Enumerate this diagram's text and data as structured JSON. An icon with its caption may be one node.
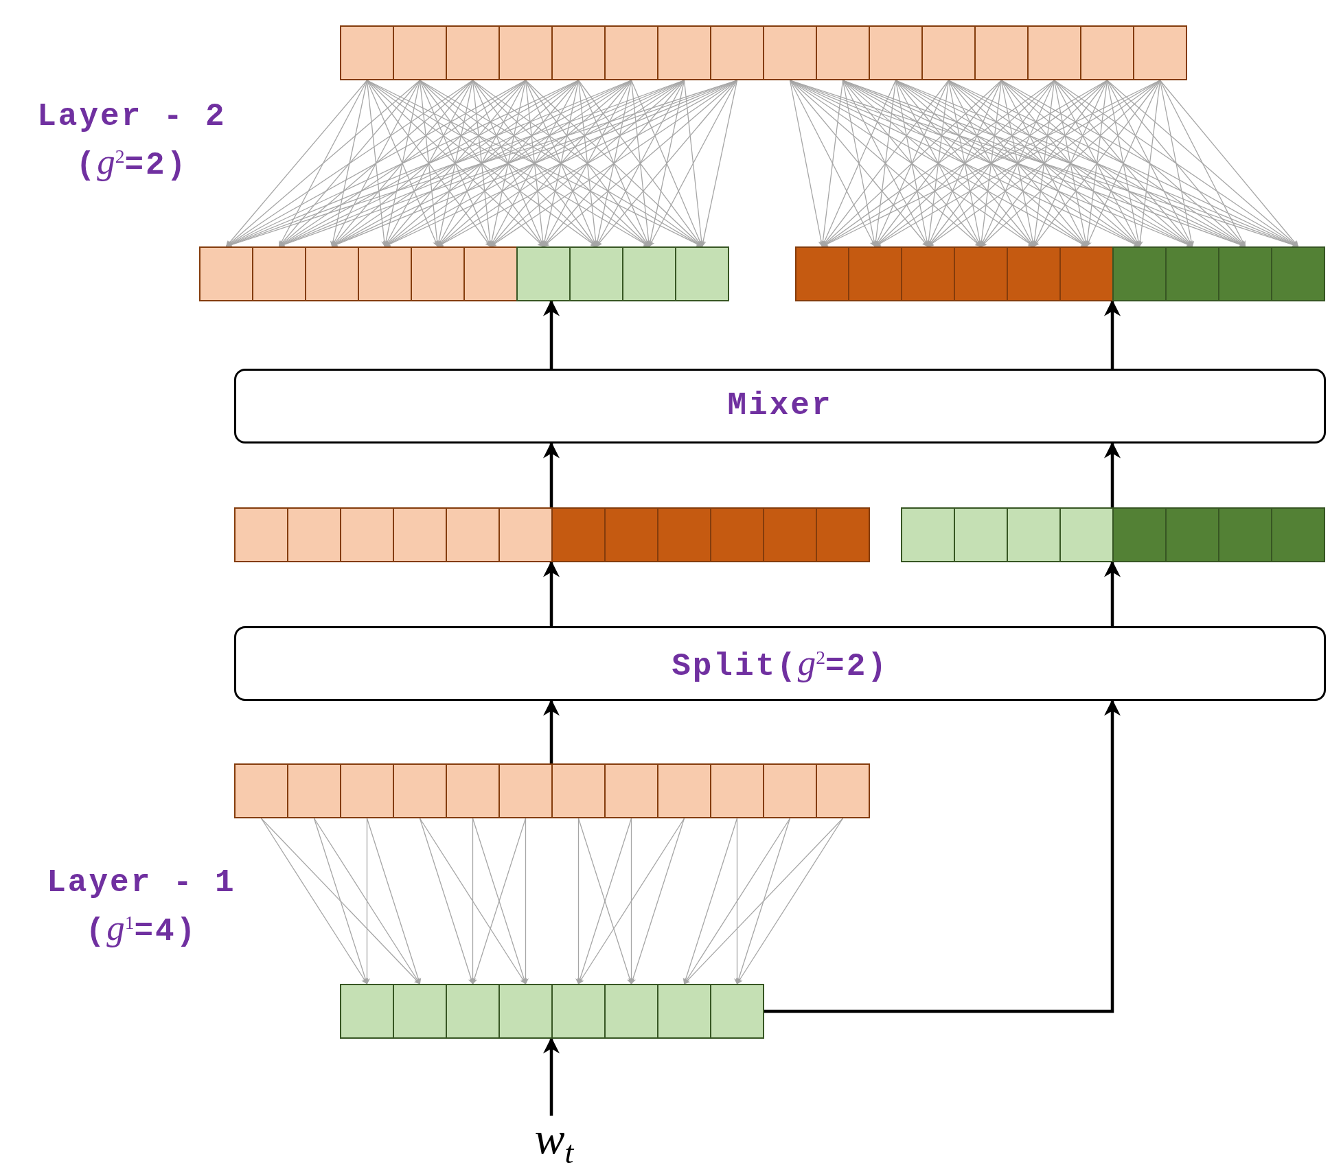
{
  "diagram": {
    "nodes": [
      {
        "text": [],
        "shape": "bar"
      },
      {
        "text": [],
        "shape": "box",
        "in": 0
      },
      {
        "text": [],
        "shape": "box",
        "in": 0
      },
      {
        "text": [],
        "shape": "box",
        "in": 0
      },
      {
        "text": [],
        "shape": "box",
        "in": 0
      },
      {
        "text": [],
        "shape": "box",
        "in": 0
      },
      {
        "text": [],
        "shape": "box",
        "in": 0
      },
      {
        "text": [],
        "shape": "box",
        "in": 0
      },
      {
        "text": [],
        "shape": "box",
        "in": 0
      },
      {
        "text": [],
        "shape": "box",
        "in": 0
      },
      {
        "text": [],
        "shape": "box",
        "in": 0
      },
      {
        "text": [],
        "shape": "box",
        "in": 0
      },
      {
        "text": [],
        "shape": "box",
        "in": 0
      },
      {
        "text": [],
        "shape": "box",
        "in": 0
      },
      {
        "text": [],
        "shape": "box",
        "in": 0
      },
      {
        "text": [],
        "shape": "box",
        "in": 0
      },
      {
        "text": [],
        "shape": "box",
        "in": 0
      },
      {
        "text": [],
        "shape": "bar"
      },
      {
        "text": [],
        "shape": "box",
        "in": 17
      },
      {
        "text": [],
        "shape": "box",
        "in": 17
      },
      {
        "text": [],
        "shape": "box",
        "in": 17
      },
      {
        "text": [],
        "shape": "box",
        "in": 17
      },
      {
        "text": [],
        "shape": "box",
        "in": 17
      },
      {
        "text": [],
        "shape": "box",
        "in": 17
      },
      {
        "text": [],
        "shape": "box",
        "in": 17
      },
      {
        "text": [],
        "shape": "box",
        "in": 17
      },
      {
        "text": [],
        "shape": "box",
        "in": 17
      },
      {
        "text": [],
        "shape": "box",
        "in": 17
      },
      {
        "text": [],
        "shape": "bar"
      },
      {
        "text": [],
        "shape": "box",
        "in": 28
      },
      {
        "text": [],
        "shape": "box",
        "in": 28
      },
      {
        "text": [],
        "shape": "box",
        "in": 28
      },
      {
        "text": [],
        "shape": "box",
        "in": 28
      },
      {
        "text": [],
        "shape": "box",
        "in": 28
      },
      {
        "text": [],
        "shape": "box",
        "in": 28
      },
      {
        "text": [],
        "shape": "box",
        "in": 28
      },
      {
        "text": [],
        "shape": "box",
        "in": 28
      },
      {
        "text": [],
        "shape": "box",
        "in": 28
      },
      {
        "text": [],
        "shape": "box",
        "in": 28
      },
      {
        "text": [
          "Mixer"
        ]
      },
      {
        "text": [],
        "shape": "bar"
      },
      {
        "text": [],
        "shape": "box",
        "in": 40
      },
      {
        "text": [],
        "shape": "box",
        "in": 40
      },
      {
        "text": [],
        "shape": "box",
        "in": 40
      },
      {
        "text": [],
        "shape": "box",
        "in": 40
      },
      {
        "text": [],
        "shape": "box",
        "in": 40
      },
      {
        "text": [],
        "shape": "box",
        "in": 40
      },
      {
        "text": [],
        "shape": "box",
        "in": 40
      },
      {
        "text": [],
        "shape": "box",
        "in": 40
      },
      {
        "text": [],
        "shape": "box",
        "in": 40
      },
      {
        "text": [],
        "shape": "box",
        "in": 40
      },
      {
        "text": [],
        "shape": "box",
        "in": 40
      },
      {
        "text": [],
        "shape": "box",
        "in": 40
      },
      {
        "text": [],
        "shape": "bar"
      },
      {
        "text": [],
        "shape": "box",
        "in": 53
      },
      {
        "text": [],
        "shape": "box",
        "in": 53
      },
      {
        "text": [],
        "shape": "box",
        "in": 53
      },
      {
        "text": [],
        "shape": "box",
        "in": 53
      },
      {
        "text": [],
        "shape": "box",
        "in": 53
      },
      {
        "text": [],
        "shape": "box",
        "in": 53
      },
      {
        "text": [],
        "shape": "box",
        "in": 53
      },
      {
        "text": [],
        "shape": "box",
        "in": 53
      },
      {
        "text": [
          "Split(*g*$^{2}$=2)"
        ]
      },
      {
        "text": [],
        "shape": "bar"
      },
      {
        "text": [],
        "shape": "box",
        "in": 63
      },
      {
        "text": [],
        "shape": "box",
        "in": 63
      },
      {
        "text": [],
        "shape": "box",
        "in": 63
      },
      {
        "text": [],
        "shape": "box",
        "in": 63
      },
      {
        "text": [],
        "shape": "box",
        "in": 63
      },
      {
        "text": [],
        "shape": "box",
        "in": 63
      },
      {
        "text": [],
        "shape": "box",
        "in": 63
      },
      {
        "text": [],
        "shape": "box",
        "in": 63
      },
      {
        "text": [],
        "shape": "box",
        "in": 63
      },
      {
        "text": [],
        "shape": "box",
        "in": 63
      },
      {
        "text": [],
        "shape": "box",
        "in": 63
      },
      {
        "text": [],
        "shape": "box",
        "in": 63
      },
      {
        "text": [],
        "shape": "bar"
      },
      {
        "text": [],
        "shape": "box",
        "in": 76
      },
      {
        "text": [],
        "shape": "box",
        "in": 76
      },
      {
        "text": [],
        "shape": "box",
        "in": 76
      },
      {
        "text": [],
        "shape": "box",
        "in": 76
      },
      {
        "text": [],
        "shape": "box",
        "in": 76
      },
      {
        "text": [],
        "shape": "box",
        "in": 76
      },
      {
        "text": [],
        "shape": "box",
        "in": 76
      },
      {
        "text": [],
        "shape": "box",
        "in": 76
      },
      {
        "text": [
          "w$_{t}$"
        ]
      }
    ],
    "edges": [
      {
        "from": 85,
        "to": 76,
        "arrow": "to",
        "style": "thick",
        "color": "#000000"
      },
      {
        "from": 76,
        "to": 62,
        "arrow": "to",
        "style": "thick",
        "color": "#000000"
      },
      {
        "from": 63,
        "to": 62,
        "arrow": "to",
        "style": "thick",
        "color": "#000000"
      },
      {
        "from": 62,
        "to": 40,
        "arrow": "to",
        "style": "thick",
        "color": "#000000"
      },
      {
        "from": 62,
        "to": 53,
        "arrow": "to",
        "style": "thick",
        "color": "#000000"
      },
      {
        "from": 40,
        "to": 39,
        "arrow": "to",
        "style": "thick",
        "color": "#000000"
      },
      {
        "from": 53,
        "to": 39,
        "arrow": "to",
        "style": "thick",
        "color": "#000000"
      },
      {
        "from": 39,
        "to": 17,
        "arrow": "to",
        "style": "thick",
        "color": "#000000"
      },
      {
        "from": 39,
        "to": 28,
        "arrow": "to",
        "style": "thick",
        "color": "#000000"
      },
      {
        "from": 1,
        "to": 18,
        "arrow": "to"
      },
      {
        "from": 1,
        "to": 19,
        "arrow": "to"
      },
      {
        "from": 1,
        "to": 20,
        "arrow": "to"
      },
      {
        "from": 1,
        "to": 21,
        "arrow": "to"
      },
      {
        "from": 1,
        "to": 22,
        "arrow": "to"
      },
      {
        "from": 1,
        "to": 23,
        "arrow": "to"
      },
      {
        "from": 1,
        "to": 24,
        "arrow": "to"
      },
      {
        "from": 1,
        "to": 25,
        "arrow": "to"
      },
      {
        "from": 1,
        "to": 26,
        "arrow": "to"
      },
      {
        "from": 1,
        "to": 27,
        "arrow": "to"
      },
      {
        "from": 2,
        "to": 18,
        "arrow": "to"
      },
      {
        "from": 2,
        "to": 19,
        "arrow": "to"
      },
      {
        "from": 2,
        "to": 20,
        "arrow": "to"
      },
      {
        "from": 2,
        "to": 21,
        "arrow": "to"
      },
      {
        "from": 2,
        "to": 22,
        "arrow": "to"
      },
      {
        "from": 2,
        "to": 23,
        "arrow": "to"
      },
      {
        "from": 2,
        "to": 24,
        "arrow": "to"
      },
      {
        "from": 2,
        "to": 25,
        "arrow": "to"
      },
      {
        "from": 2,
        "to": 26,
        "arrow": "to"
      },
      {
        "from": 2,
        "to": 27,
        "arrow": "to"
      },
      {
        "from": 3,
        "to": 18,
        "arrow": "to"
      },
      {
        "from": 3,
        "to": 19,
        "arrow": "to"
      },
      {
        "from": 3,
        "to": 20,
        "arrow": "to"
      },
      {
        "from": 3,
        "to": 21,
        "arrow": "to"
      },
      {
        "from": 3,
        "to": 22,
        "arrow": "to"
      },
      {
        "from": 3,
        "to": 23,
        "arrow": "to"
      },
      {
        "from": 3,
        "to": 24,
        "arrow": "to"
      },
      {
        "from": 3,
        "to": 25,
        "arrow": "to"
      },
      {
        "from": 3,
        "to": 26,
        "arrow": "to"
      },
      {
        "from": 3,
        "to": 27,
        "arrow": "to"
      },
      {
        "from": 4,
        "to": 18,
        "arrow": "to"
      },
      {
        "from": 4,
        "to": 19,
        "arrow": "to"
      },
      {
        "from": 4,
        "to": 20,
        "arrow": "to"
      },
      {
        "from": 4,
        "to": 21,
        "arrow": "to"
      },
      {
        "from": 4,
        "to": 22,
        "arrow": "to"
      },
      {
        "from": 4,
        "to": 23,
        "arrow": "to"
      },
      {
        "from": 4,
        "to": 24,
        "arrow": "to"
      },
      {
        "from": 4,
        "to": 25,
        "arrow": "to"
      },
      {
        "from": 4,
        "to": 26,
        "arrow": "to"
      },
      {
        "from": 4,
        "to": 27,
        "arrow": "to"
      },
      {
        "from": 5,
        "to": 18,
        "arrow": "to"
      },
      {
        "from": 5,
        "to": 19,
        "arrow": "to"
      },
      {
        "from": 5,
        "to": 20,
        "arrow": "to"
      },
      {
        "from": 5,
        "to": 21,
        "arrow": "to"
      },
      {
        "from": 5,
        "to": 22,
        "arrow": "to"
      },
      {
        "from": 5,
        "to": 23,
        "arrow": "to"
      },
      {
        "from": 5,
        "to": 24,
        "arrow": "to"
      },
      {
        "from": 5,
        "to": 25,
        "arrow": "to"
      },
      {
        "from": 5,
        "to": 26,
        "arrow": "to"
      },
      {
        "from": 5,
        "to": 27,
        "arrow": "to"
      },
      {
        "from": 6,
        "to": 18,
        "arrow": "to"
      },
      {
        "from": 6,
        "to": 19,
        "arrow": "to"
      },
      {
        "from": 6,
        "to": 20,
        "arrow": "to"
      },
      {
        "from": 6,
        "to": 21,
        "arrow": "to"
      },
      {
        "from": 6,
        "to": 22,
        "arrow": "to"
      },
      {
        "from": 6,
        "to": 23,
        "arrow": "to"
      },
      {
        "from": 6,
        "to": 24,
        "arrow": "to"
      },
      {
        "from": 6,
        "to": 25,
        "arrow": "to"
      },
      {
        "from": 6,
        "to": 26,
        "arrow": "to"
      },
      {
        "from": 6,
        "to": 27,
        "arrow": "to"
      },
      {
        "from": 7,
        "to": 18,
        "arrow": "to"
      },
      {
        "from": 7,
        "to": 19,
        "arrow": "to"
      },
      {
        "from": 7,
        "to": 20,
        "arrow": "to"
      },
      {
        "from": 7,
        "to": 21,
        "arrow": "to"
      },
      {
        "from": 7,
        "to": 22,
        "arrow": "to"
      },
      {
        "from": 7,
        "to": 23,
        "arrow": "to"
      },
      {
        "from": 7,
        "to": 24,
        "arrow": "to"
      },
      {
        "from": 7,
        "to": 25,
        "arrow": "to"
      },
      {
        "from": 7,
        "to": 26,
        "arrow": "to"
      },
      {
        "from": 7,
        "to": 27,
        "arrow": "to"
      },
      {
        "from": 8,
        "to": 18,
        "arrow": "to"
      },
      {
        "from": 8,
        "to": 19,
        "arrow": "to"
      },
      {
        "from": 8,
        "to": 20,
        "arrow": "to"
      },
      {
        "from": 8,
        "to": 21,
        "arrow": "to"
      },
      {
        "from": 8,
        "to": 22,
        "arrow": "to"
      },
      {
        "from": 8,
        "to": 23,
        "arrow": "to"
      },
      {
        "from": 8,
        "to": 24,
        "arrow": "to"
      },
      {
        "from": 8,
        "to": 25,
        "arrow": "to"
      },
      {
        "from": 8,
        "to": 26,
        "arrow": "to"
      },
      {
        "from": 8,
        "to": 27,
        "arrow": "to"
      },
      {
        "from": 9,
        "to": 29,
        "arrow": "to"
      },
      {
        "from": 9,
        "to": 30,
        "arrow": "to"
      },
      {
        "from": 9,
        "to": 31,
        "arrow": "to"
      },
      {
        "from": 9,
        "to": 32,
        "arrow": "to"
      },
      {
        "from": 9,
        "to": 33,
        "arrow": "to"
      },
      {
        "from": 9,
        "to": 34,
        "arrow": "to"
      },
      {
        "from": 9,
        "to": 35,
        "arrow": "to"
      },
      {
        "from": 9,
        "to": 36,
        "arrow": "to"
      },
      {
        "from": 9,
        "to": 37,
        "arrow": "to"
      },
      {
        "from": 9,
        "to": 38,
        "arrow": "to"
      },
      {
        "from": 10,
        "to": 29,
        "arrow": "to"
      },
      {
        "from": 10,
        "to": 30,
        "arrow": "to"
      },
      {
        "from": 10,
        "to": 31,
        "arrow": "to"
      },
      {
        "from": 10,
        "to": 32,
        "arrow": "to"
      },
      {
        "from": 10,
        "to": 33,
        "arrow": "to"
      },
      {
        "from": 10,
        "to": 34,
        "arrow": "to"
      },
      {
        "from": 10,
        "to": 35,
        "arrow": "to"
      },
      {
        "from": 10,
        "to": 36,
        "arrow": "to"
      },
      {
        "from": 10,
        "to": 37,
        "arrow": "to"
      },
      {
        "from": 10,
        "to": 38,
        "arrow": "to"
      },
      {
        "from": 11,
        "to": 29,
        "arrow": "to"
      },
      {
        "from": 11,
        "to": 30,
        "arrow": "to"
      },
      {
        "from": 11,
        "to": 31,
        "arrow": "to"
      },
      {
        "from": 11,
        "to": 32,
        "arrow": "to"
      },
      {
        "from": 11,
        "to": 33,
        "arrow": "to"
      },
      {
        "from": 11,
        "to": 34,
        "arrow": "to"
      },
      {
        "from": 11,
        "to": 35,
        "arrow": "to"
      },
      {
        "from": 11,
        "to": 36,
        "arrow": "to"
      },
      {
        "from": 11,
        "to": 37,
        "arrow": "to"
      },
      {
        "from": 11,
        "to": 38,
        "arrow": "to"
      },
      {
        "from": 12,
        "to": 29,
        "arrow": "to"
      },
      {
        "from": 12,
        "to": 30,
        "arrow": "to"
      },
      {
        "from": 12,
        "to": 31,
        "arrow": "to"
      },
      {
        "from": 12,
        "to": 32,
        "arrow": "to"
      },
      {
        "from": 12,
        "to": 33,
        "arrow": "to"
      },
      {
        "from": 12,
        "to": 34,
        "arrow": "to"
      },
      {
        "from": 12,
        "to": 35,
        "arrow": "to"
      },
      {
        "from": 12,
        "to": 36,
        "arrow": "to"
      },
      {
        "from": 12,
        "to": 37,
        "arrow": "to"
      },
      {
        "from": 12,
        "to": 38,
        "arrow": "to"
      },
      {
        "from": 13,
        "to": 29,
        "arrow": "to"
      },
      {
        "from": 13,
        "to": 30,
        "arrow": "to"
      },
      {
        "from": 13,
        "to": 31,
        "arrow": "to"
      },
      {
        "from": 13,
        "to": 32,
        "arrow": "to"
      },
      {
        "from": 13,
        "to": 33,
        "arrow": "to"
      },
      {
        "from": 13,
        "to": 34,
        "arrow": "to"
      },
      {
        "from": 13,
        "to": 35,
        "arrow": "to"
      },
      {
        "from": 13,
        "to": 36,
        "arrow": "to"
      },
      {
        "from": 13,
        "to": 37,
        "arrow": "to"
      },
      {
        "from": 13,
        "to": 38,
        "arrow": "to"
      },
      {
        "from": 14,
        "to": 29,
        "arrow": "to"
      },
      {
        "from": 14,
        "to": 30,
        "arrow": "to"
      },
      {
        "from": 14,
        "to": 31,
        "arrow": "to"
      },
      {
        "from": 14,
        "to": 32,
        "arrow": "to"
      },
      {
        "from": 14,
        "to": 33,
        "arrow": "to"
      },
      {
        "from": 14,
        "to": 34,
        "arrow": "to"
      },
      {
        "from": 14,
        "to": 35,
        "arrow": "to"
      },
      {
        "from": 14,
        "to": 36,
        "arrow": "to"
      },
      {
        "from": 14,
        "to": 37,
        "arrow": "to"
      },
      {
        "from": 14,
        "to": 38,
        "arrow": "to"
      },
      {
        "from": 15,
        "to": 29,
        "arrow": "to"
      },
      {
        "from": 15,
        "to": 30,
        "arrow": "to"
      },
      {
        "from": 15,
        "to": 31,
        "arrow": "to"
      },
      {
        "from": 15,
        "to": 32,
        "arrow": "to"
      },
      {
        "from": 15,
        "to": 33,
        "arrow": "to"
      },
      {
        "from": 15,
        "to": 34,
        "arrow": "to"
      },
      {
        "from": 15,
        "to": 35,
        "arrow": "to"
      },
      {
        "from": 15,
        "to": 36,
        "arrow": "to"
      },
      {
        "from": 15,
        "to": 37,
        "arrow": "to"
      },
      {
        "from": 15,
        "to": 38,
        "arrow": "to"
      },
      {
        "from": 16,
        "to": 29,
        "arrow": "to"
      },
      {
        "from": 16,
        "to": 30,
        "arrow": "to"
      },
      {
        "from": 16,
        "to": 31,
        "arrow": "to"
      },
      {
        "from": 16,
        "to": 32,
        "arrow": "to"
      },
      {
        "from": 16,
        "to": 33,
        "arrow": "to"
      },
      {
        "from": 16,
        "to": 34,
        "arrow": "to"
      },
      {
        "from": 16,
        "to": 35,
        "arrow": "to"
      },
      {
        "from": 16,
        "to": 36,
        "arrow": "to"
      },
      {
        "from": 16,
        "to": 37,
        "arrow": "to"
      },
      {
        "from": 16,
        "to": 38,
        "arrow": "to"
      },
      {
        "from": 64,
        "to": 77,
        "arrow": "to"
      },
      {
        "from": 64,
        "to": 78,
        "arrow": "to"
      },
      {
        "from": 65,
        "to": 77,
        "arrow": "to"
      },
      {
        "from": 65,
        "to": 78,
        "arrow": "to"
      },
      {
        "from": 66,
        "to": 77,
        "arrow": "to"
      },
      {
        "from": 66,
        "to": 78,
        "arrow": "to"
      },
      {
        "from": 67,
        "to": 79,
        "arrow": "to"
      },
      {
        "from": 67,
        "to": 80,
        "arrow": "to"
      },
      {
        "from": 68,
        "to": 79,
        "arrow": "to"
      },
      {
        "from": 68,
        "to": 80,
        "arrow": "to"
      },
      {
        "from": 69,
        "to": 79,
        "arrow": "to"
      },
      {
        "from": 69,
        "to": 80,
        "arrow": "to"
      },
      {
        "from": 70,
        "to": 81,
        "arrow": "to"
      },
      {
        "from": 70,
        "to": 82,
        "arrow": "to"
      },
      {
        "from": 71,
        "to": 81,
        "arrow": "to"
      },
      {
        "from": 71,
        "to": 82,
        "arrow": "to"
      },
      {
        "from": 72,
        "to": 81,
        "arrow": "to"
      },
      {
        "from": 72,
        "to": 82,
        "arrow": "to"
      },
      {
        "from": 73,
        "to": 83,
        "arrow": "to"
      },
      {
        "from": 73,
        "to": 84,
        "arrow": "to"
      },
      {
        "from": 74,
        "to": 83,
        "arrow": "to"
      },
      {
        "from": 74,
        "to": 84,
        "arrow": "to"
      },
      {
        "from": 75,
        "to": 83,
        "arrow": "to"
      },
      {
        "from": 75,
        "to": 84,
        "arrow": "to"
      }
    ],
    "labels": [
      "Layer - 2",
      "(*g*$^{2}$=2)",
      "Layer - 1",
      "(*g*$^{1}$=4)"
    ]
  }
}
